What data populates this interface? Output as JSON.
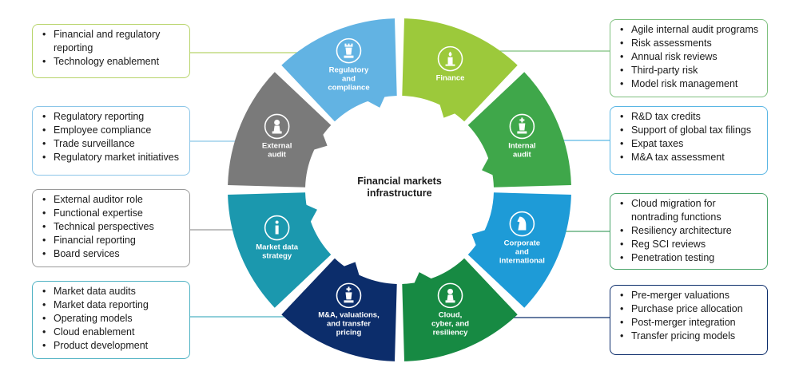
{
  "center": {
    "line1": "Financial markets",
    "line2": "infrastructure"
  },
  "segments": [
    {
      "id": "finance",
      "lines": [
        "Finance"
      ],
      "color": "#9cc93b",
      "icon": "candle-icon"
    },
    {
      "id": "internal-audit",
      "lines": [
        "Internal",
        "audit"
      ],
      "color": "#3fa74a",
      "icon": "king-icon"
    },
    {
      "id": "corporate-international",
      "lines": [
        "Corporate",
        "and",
        "international"
      ],
      "color": "#1e9bd7",
      "icon": "knight-icon"
    },
    {
      "id": "cloud-cyber",
      "lines": [
        "Cloud,",
        "cyber, and",
        "resiliency"
      ],
      "color": "#178a43",
      "icon": "pawn-icon"
    },
    {
      "id": "ma-valuations",
      "lines": [
        "M&A, valuations,",
        "and transfer",
        "pricing"
      ],
      "color": "#0c2d6b",
      "icon": "king-icon"
    },
    {
      "id": "market-data",
      "lines": [
        "Market data",
        "strategy"
      ],
      "color": "#1b98ae",
      "icon": "info-icon"
    },
    {
      "id": "external-audit",
      "lines": [
        "External",
        "audit"
      ],
      "color": "#7a7a7a",
      "icon": "pawn-icon"
    },
    {
      "id": "regulatory",
      "lines": [
        "Regulatory",
        "and",
        "compliance"
      ],
      "color": "#62b3e3",
      "icon": "rook-icon"
    }
  ],
  "boxes": {
    "finance": {
      "border": "#b7d46a",
      "items": [
        "Financial and regulatory reporting",
        "Technology enablement"
      ]
    },
    "regulatory": {
      "border": "#8cc6e8",
      "items": [
        "Regulatory reporting",
        "Employee compliance",
        "Trade surveillance",
        "Regulatory market initiatives"
      ]
    },
    "external-audit": {
      "border": "#9a9a9a",
      "items": [
        "External auditor role",
        "Functional expertise",
        "Technical perspectives",
        "Financial reporting",
        "Board services"
      ]
    },
    "market-data": {
      "border": "#4fb2c3",
      "items": [
        "Market data audits",
        "Market data reporting",
        "Operating models",
        "Cloud enablement",
        "Product development"
      ]
    },
    "internal-audit": {
      "border": "#7ec07e",
      "items": [
        "Agile internal audit programs",
        "Risk assessments",
        "Annual risk reviews",
        "Third-party risk",
        "Model risk management"
      ]
    },
    "corporate-international": {
      "border": "#5ab6e4",
      "items": [
        "R&D tax credits",
        "Support of global tax filings",
        "Expat taxes",
        "M&A tax assessment"
      ]
    },
    "cloud-cyber": {
      "border": "#4aa56a",
      "items": [
        "Cloud migration for nontrading functions",
        "Resiliency architecture",
        "Reg SCI reviews",
        "Penetration testing"
      ]
    },
    "ma-valuations": {
      "border": "#0c2d6b",
      "items": [
        "Pre-merger valuations",
        "Purchase price allocation",
        "Post-merger integration",
        "Transfer pricing models"
      ]
    }
  }
}
